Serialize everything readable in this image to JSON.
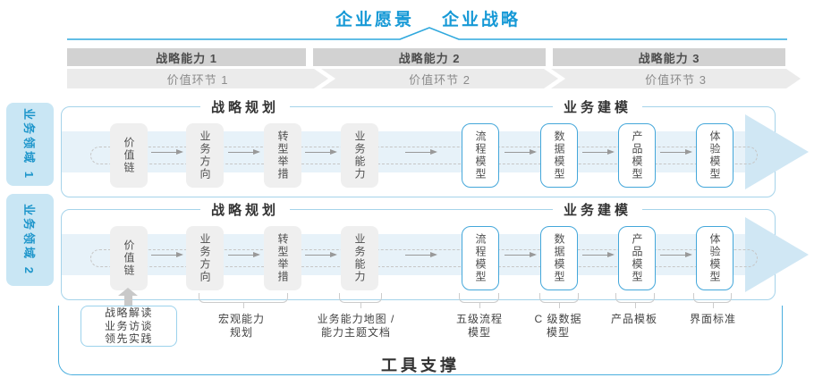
{
  "title": {
    "vision": "企业愿景",
    "strategy": "企业战略"
  },
  "strategic_capabilities": [
    "战略能力 1",
    "战略能力 2",
    "战略能力 3"
  ],
  "value_links": [
    "价值环节 1",
    "价值环节 2",
    "价值环节 3"
  ],
  "domains": [
    "业务领域 1",
    "业务领域 2"
  ],
  "rows": [
    {
      "planning_header": "战略规划",
      "modeling_header": "业务建模",
      "planning_boxes": [
        "价值链",
        "业务方向",
        "转型举措",
        "业务能力"
      ],
      "modeling_boxes": [
        "流程模型",
        "数据模型",
        "产品模型",
        "体验模型"
      ]
    },
    {
      "planning_header": "战略规划",
      "modeling_header": "业务建模",
      "planning_boxes": [
        "价值链",
        "业务方向",
        "转型举措",
        "业务能力"
      ],
      "modeling_boxes": [
        "流程模型",
        "数据模型",
        "产品模型",
        "体验模型"
      ]
    }
  ],
  "annotations": {
    "practice_box_lines": [
      "战略解读",
      "业务访谈",
      "领先实践"
    ],
    "labels": [
      [
        "宏观能力",
        "规划"
      ],
      [
        "业务能力地图 /",
        "能力主题文档"
      ],
      [
        "五级流程",
        "模型"
      ],
      [
        "C 级数据",
        "模型"
      ],
      [
        "产品模板"
      ],
      [
        "界面标准"
      ]
    ]
  },
  "footer": {
    "tool_support": "工具支撑"
  },
  "colors": {
    "accent_blue": "#1699d6",
    "divider_blue": "#2fa8dd",
    "panel_border": "#a5d3ea",
    "band_fill": "#e7f2f9",
    "band_arrowhead": "#d0e7f4",
    "capability_bar": "#d2d2d2",
    "value_chevron": "#ebebeb",
    "gray_box": "#efefef",
    "blue_box_border": "#44a7da",
    "domain_tab_fill": "#c9e6f4",
    "domain_tab_text": "#1e96cb",
    "tool_container_border": "#4aaede"
  }
}
